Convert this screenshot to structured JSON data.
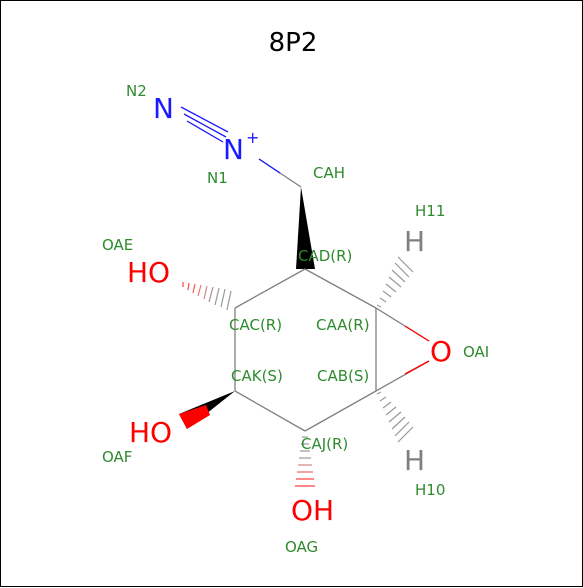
{
  "title": "8P2",
  "colors": {
    "annotation": "#2e8b2e",
    "oxygen": "#ff0000",
    "nitrogen": "#1a1aff",
    "hydrogen": "#808080",
    "bond": "#808080",
    "text": "#000000"
  },
  "elements": {
    "n_terminal": "N",
    "n_central": "N",
    "n_charge": "+",
    "o_ring": "O",
    "ho": "HO",
    "oh": "OH",
    "h": "H"
  },
  "atom_names": {
    "n2": "N2",
    "n1": "N1",
    "cah": "CAH",
    "oae": "OAE",
    "h11": "H11",
    "cad": "CAD(R)",
    "cac": "CAC(R)",
    "caa": "CAA(R)",
    "oai": "OAI",
    "cak": "CAK(S)",
    "cab": "CAB(S)",
    "oaf": "OAF",
    "caj": "CAJ(R)",
    "h10": "H10",
    "oag": "OAG"
  }
}
